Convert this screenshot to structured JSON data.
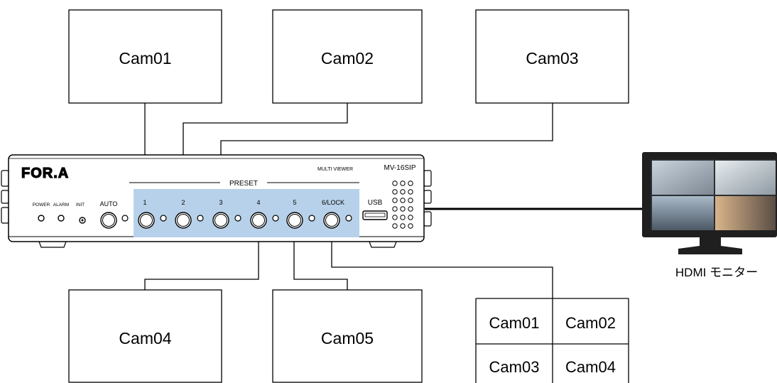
{
  "cameras": {
    "cam01": "Cam01",
    "cam02": "Cam02",
    "cam03": "Cam03",
    "cam04": "Cam04",
    "cam05": "Cam05"
  },
  "device": {
    "logo_text": "FOR.A",
    "product_label": "MULTI VIEWER",
    "model": "MV-16SIP",
    "preset_label": "PRESET",
    "power_label": "POWER",
    "alarm_label": "ALARM",
    "init_label": "INIT",
    "auto_label": "AUTO",
    "usb_label": "USB",
    "preset_buttons": [
      "1",
      "2",
      "3",
      "4",
      "5",
      "6/LOCK"
    ]
  },
  "split_view": {
    "cells": [
      "Cam01",
      "Cam02",
      "Cam03",
      "Cam04"
    ]
  },
  "monitor": {
    "label": "HDMI モニター"
  },
  "colors": {
    "preset_panel": "#b7d1ea",
    "line": "#000000",
    "device_body": "#ffffff"
  }
}
